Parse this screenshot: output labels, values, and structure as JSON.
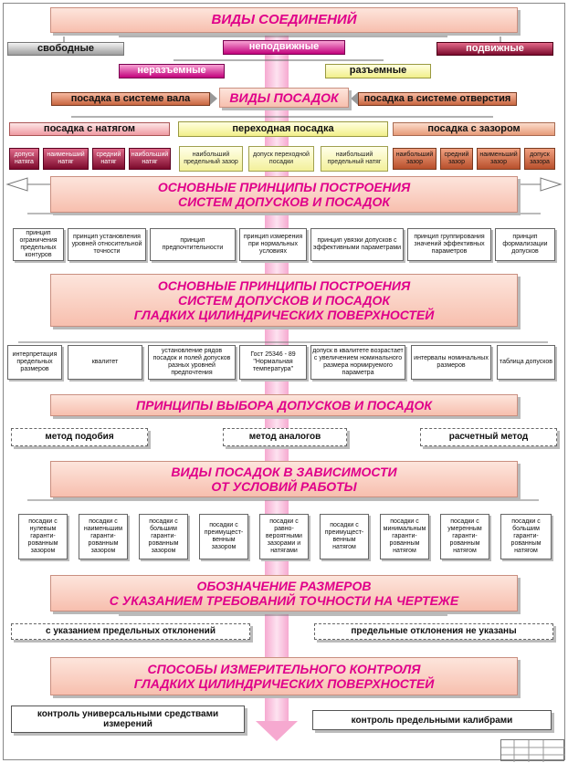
{
  "t1": "ВИДЫ СОЕДИНЕНИЙ",
  "joints": {
    "free": "свободные",
    "fixed": "неподвижные",
    "movable": "подвижные",
    "permanent": "неразъемные",
    "detachable": "разъемные"
  },
  "t2": "ВИДЫ ПОСАДОК",
  "systems": {
    "shaft": "посадка в системе вала",
    "hole": "посадка в системе отверстия"
  },
  "fits": {
    "interference": "посадка с натягом",
    "transition": "переходная посадка",
    "clearance": "посадка с зазором"
  },
  "interference_cells": [
    "допуск натяга",
    "наименьший натяг",
    "средний натяг",
    "наибольший натяг"
  ],
  "transition_cells": [
    "наибольший предельный зазор",
    "допуск переходной посадки",
    "наибольший предельный натяг"
  ],
  "clearance_cells": [
    "наибольший зазор",
    "средний зазор",
    "наименьший зазор",
    "допуск зазора"
  ],
  "t3": [
    "ОСНОВНЫЕ ПРИНЦИПЫ ПОСТРОЕНИЯ",
    "СИСТЕМ ДОПУСКОВ И ПОСАДОК"
  ],
  "principles": [
    "принцип ограничения предельных контуров",
    "принцип установления уровней относительной точности",
    "принцип предпочтительности",
    "принцип измерения при нормальных условиях",
    "принцип увязки допусков с эффективными параметрами",
    "принцип группирования значений эффективных параметров",
    "принцип формализации допусков"
  ],
  "t4": [
    "ОСНОВНЫЕ ПРИНЦИПЫ ПОСТРОЕНИЯ",
    "СИСТЕМ ДОПУСКОВ И ПОСАДОК",
    "ГЛАДКИХ ЦИЛИНДРИЧЕСКИХ ПОВЕРХНОСТЕЙ"
  ],
  "smooth_principles": [
    "интерпретация предельных размеров",
    "квалитет",
    "установление рядов посадок и полей допусков разных уровней предпочтения",
    "Гост 25346 - 89 \"Нормальная температура\"",
    "допуск в квалитете возрастает с увеличением номинального размера нормируемого параметра",
    "интервалы номинальных размеров",
    "таблица допусков"
  ],
  "t5": "ПРИНЦИПЫ ВЫБОРА ДОПУСКОВ И ПОСАДОК",
  "methods": [
    "метод подобия",
    "метод аналогов",
    "расчетный метод"
  ],
  "t6": [
    "ВИДЫ ПОСАДОК В ЗАВИСИМОСТИ",
    "ОТ УСЛОВИЙ РАБОТЫ"
  ],
  "work_fits": [
    "посадки с нулевым гаранти-рованным зазором",
    "посадки с наименьшим гаранти-рованным зазором",
    "посадки с большим гаранти-рованным зазором",
    "посадки с преимущест-венным зазором",
    "посадки с равно-вероятными зазорами и натягами",
    "посадки с преимущест-венным натягом",
    "посадки с минимальным гаранти-рованным натягом",
    "посадки с умеренным гаранти-рованным натягом",
    "посадки с большим гаранти-рованным натягом"
  ],
  "t7": [
    "ОБОЗНАЧЕНИЕ РАЗМЕРОВ",
    "С УКАЗАНИЕМ ТРЕБОВАНИЙ ТОЧНОСТИ НА ЧЕРТЕЖЕ"
  ],
  "designation": [
    "с указанием предельных отклонений",
    "предельные отклонения не указаны"
  ],
  "t8": [
    "СПОСОБЫ ИЗМЕРИТЕЛЬНОГО КОНТРОЛЯ",
    "ГЛАДКИХ ЦИЛИНДРИЧЕСКИХ ПОВЕРХНОСТЕЙ"
  ],
  "control": [
    "контроль универсальными средствами измерений",
    "контроль предельными калибрами"
  ]
}
